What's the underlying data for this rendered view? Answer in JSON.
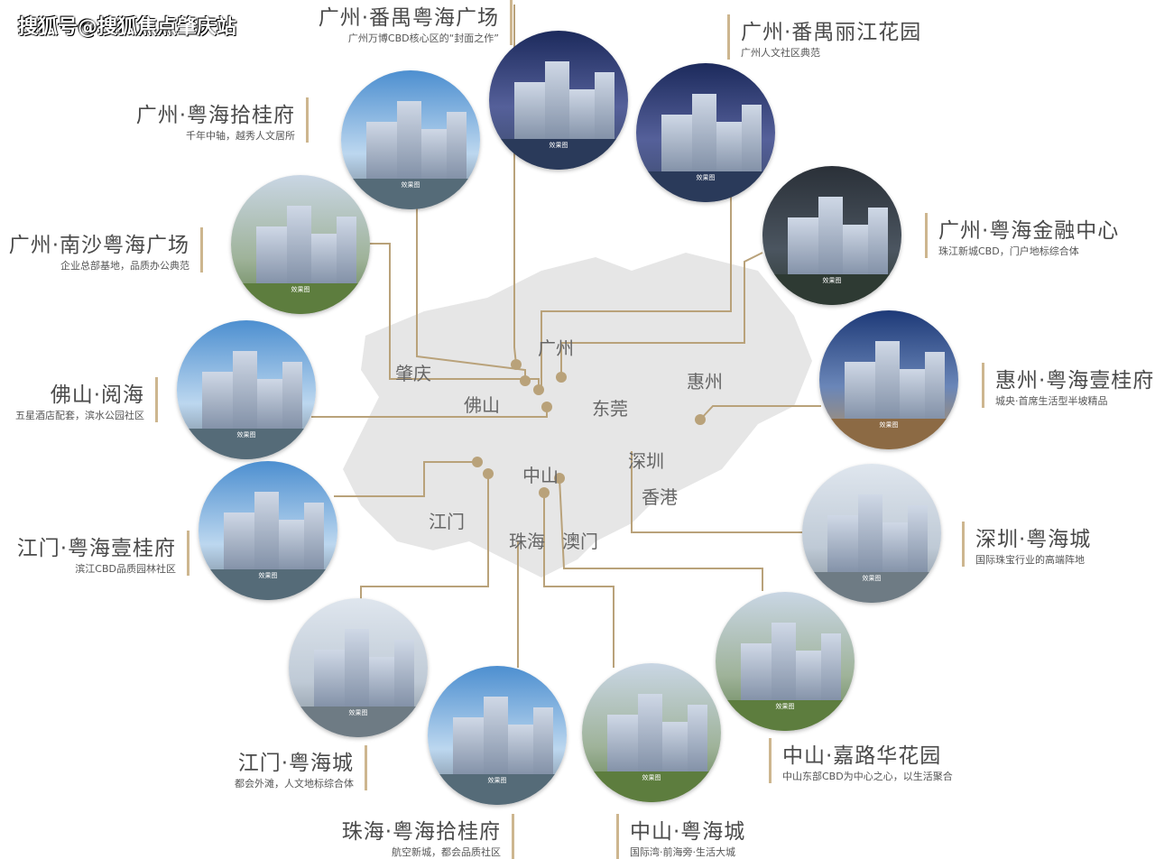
{
  "watermark": "搜狐号@搜狐焦点肇庆站",
  "colors": {
    "accent": "#b9a27a",
    "map": "#e6e6e6"
  },
  "map_labels": [
    "肇庆",
    "广州",
    "佛山",
    "东莞",
    "惠州",
    "深圳",
    "香港",
    "中山",
    "江门",
    "珠海",
    "澳门"
  ],
  "image_caption": "效果图",
  "projects": [
    {
      "title": "广州·番禺粤海广场",
      "subtitle": "广州万博CBD核心区的“封面之作”"
    },
    {
      "title": "广州·番禺丽江花园",
      "subtitle": "广州人文社区典范"
    },
    {
      "title": "广州·粤海拾桂府",
      "subtitle": "千年中轴，越秀人文居所"
    },
    {
      "title": "广州·南沙粤海广场",
      "subtitle": "企业总部基地，品质办公典范"
    },
    {
      "title": "广州·粤海金融中心",
      "subtitle": "珠江新城CBD，门户地标综合体"
    },
    {
      "title": "佛山·阅海",
      "subtitle": "五星酒店配套，滨水公园社区"
    },
    {
      "title": "惠州·粤海壹桂府",
      "subtitle": "城央·首席生活型半坡精品"
    },
    {
      "title": "江门·粤海壹桂府",
      "subtitle": "滨江CBD品质园林社区"
    },
    {
      "title": "深圳·粤海城",
      "subtitle": "国际珠宝行业的高端阵地"
    },
    {
      "title": "中山·嘉路华花园",
      "subtitle": "中山东部CBD为中心之心，以生活聚合"
    },
    {
      "title": "江门·粤海城",
      "subtitle": "都会外滩，人文地标综合体"
    },
    {
      "title": "珠海·粤海拾桂府",
      "subtitle": "航空新城，都会品质社区"
    },
    {
      "title": "中山·粤海城",
      "subtitle": "国际湾·前海旁·生活大城"
    }
  ]
}
